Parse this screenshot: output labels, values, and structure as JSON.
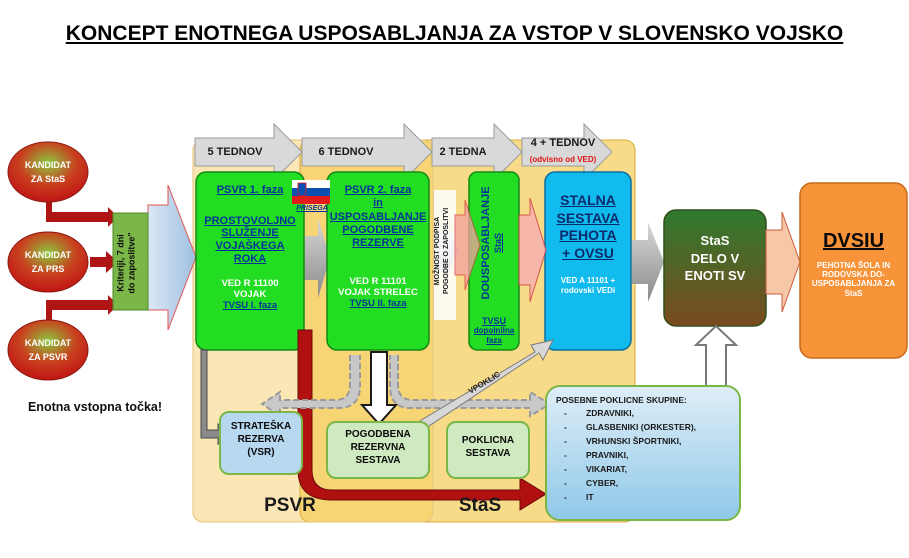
{
  "title": "KONCEPT ENOTNEGA USPOSABLJANJA ZA VSTOP V SLOVENSKO VOJSKO",
  "candidates": [
    {
      "line1": "KANDIDAT",
      "line2": "ZA StaS"
    },
    {
      "line1": "KANDIDAT",
      "line2": "ZA PRS"
    },
    {
      "line1": "KANDIDAT",
      "line2": "ZA PSVR"
    }
  ],
  "criteria": {
    "line1": "Kriteriji, 7 dni",
    "line2": "do zaposlitve\""
  },
  "entry_point": "Enotna vstopna točka!",
  "timeline": [
    {
      "label": "5 TEDNOV"
    },
    {
      "label": "6 TEDNOV"
    },
    {
      "label": "2 TEDNA"
    },
    {
      "label": "4 + TEDNOV",
      "note": "(odvisno od VED)"
    }
  ],
  "psvr1": {
    "title": "PSVR 1. faza",
    "lines": [
      "PROSTOVOLJNO",
      "SLUŽENJE",
      "VOJAŠKEGA",
      "ROKA"
    ],
    "ved": [
      "VED R 11100",
      "VOJAK"
    ],
    "tvsu": "TVSU I. faza"
  },
  "prisega": "PRISEGA",
  "psvr2": {
    "title": "PSVR 2. faza",
    "in": "in",
    "lines": [
      "USPOSABLJANJE",
      "POGODBENE",
      "REZERVE"
    ],
    "ved": [
      "VED R 11101",
      "VOJAK STRELEC"
    ],
    "tvsu": "TVSU II. faza"
  },
  "moznost": {
    "line1": "MOŽNOST PODPISA",
    "line2": "POGODBE O ZAPOSLITVI"
  },
  "dousposabljanje": {
    "title": "DOUSPOSABLJANJE",
    "sub": "StaS",
    "tvsu": "TVSU",
    "faza": [
      "dopolnilna",
      "faza"
    ]
  },
  "stalna": {
    "lines": [
      "STALNA",
      "SESTAVA",
      "PEHOTA",
      "+ OVSU"
    ],
    "ved": [
      "VED A 11101 +",
      "rodovski VEDi"
    ]
  },
  "delo": {
    "lines": [
      "StaS",
      "DELO V",
      "ENOTI SV"
    ]
  },
  "dvsiu": {
    "title": "DVSIU",
    "lines": [
      "PEHOTNA ŠOLA IN",
      "RODOVSKA DO-",
      "USPOSABLJANJA ZA",
      "StaS"
    ]
  },
  "strateska": {
    "lines": [
      "STRATEŠKA",
      "REZERVA",
      "(VSR)"
    ]
  },
  "pogodbena": {
    "lines": [
      "POGODBENA",
      "REZERVNA",
      "SESTAVA"
    ]
  },
  "poklicna": {
    "lines": [
      "POKLICNA",
      "SESTAVA"
    ]
  },
  "vpoklic": "VPOKLIC",
  "skupine": {
    "title": "POSEBNE POKLICNE SKUPINE:",
    "items": [
      "ZDRAVNIKI,",
      "GLASBENIKI (ORKESTER),",
      "VRHUNSKI ŠPORTNIKI,",
      "PRAVNIKI,",
      "VIKARIAT,",
      "CYBER,",
      "IT"
    ],
    "dash": "-"
  },
  "zones": {
    "psvr": "PSVR",
    "stas": "StaS"
  },
  "colors": {
    "green": "#22dd22",
    "cyan": "#11bbee",
    "orange": "#f7943a",
    "olive": "#6b8c3a",
    "red": "#b01010",
    "gold": "#f3c344",
    "blue_text": "#003399"
  }
}
